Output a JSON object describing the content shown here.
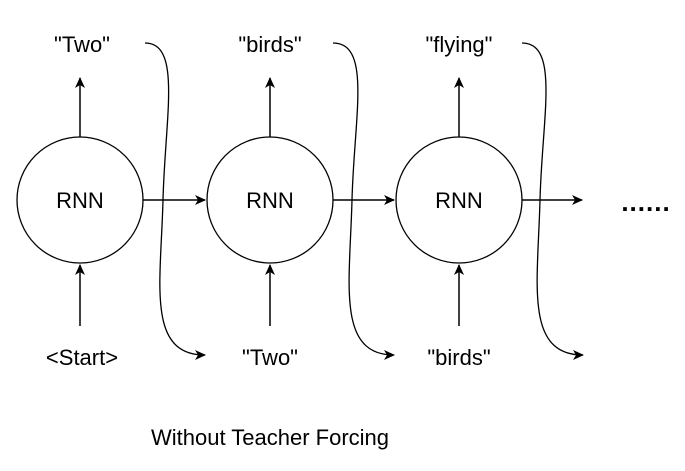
{
  "diagram": {
    "caption": "Without Teacher Forcing",
    "cell_label": "RNN",
    "ellipsis": "......",
    "cells": [
      {
        "output": "\"Two\"",
        "input": "<Start>"
      },
      {
        "output": "\"birds\"",
        "input": "\"Two\""
      },
      {
        "output": "\"flying\"",
        "input": "\"birds\""
      }
    ]
  }
}
